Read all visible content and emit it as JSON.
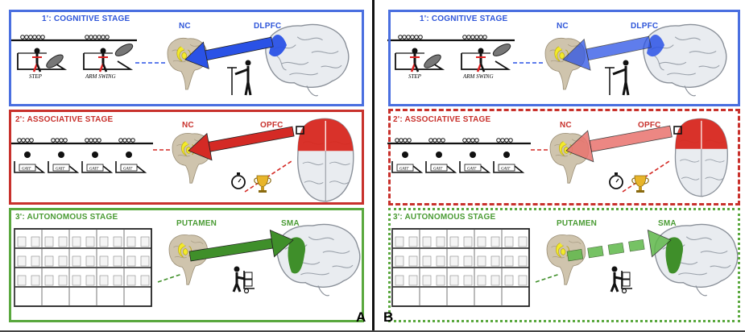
{
  "panelA": {
    "letter": "A",
    "stage1": {
      "title": "1': COGNITIVE STAGE",
      "src": "NC",
      "dst": "DLPFC",
      "cap1": "STEP",
      "cap2": "ARM SWING"
    },
    "stage2": {
      "title": "2': ASSOCIATIVE STAGE",
      "src": "NC",
      "dst": "OPFC",
      "gait": "GAIT"
    },
    "stage3": {
      "title": "3': AUTONOMOUS STAGE",
      "src": "PUTAMEN",
      "dst": "SMA"
    }
  },
  "panelB": {
    "letter": "B",
    "stage1": {
      "title": "1': COGNITIVE STAGE",
      "src": "NC",
      "dst": "DLPFC",
      "cap1": "STEP",
      "cap2": "ARM SWING"
    },
    "stage2": {
      "title": "2': ASSOCIATIVE STAGE",
      "src": "NC",
      "dst": "OPFC",
      "gait": "GAIT"
    },
    "stage3": {
      "title": "3': AUTONOMOUS STAGE",
      "src": "PUTAMEN",
      "dst": "SMA"
    }
  },
  "colors": {
    "cognitive": "#2f56d9",
    "associative": "#c8312c",
    "autonomous": "#4a9b34"
  },
  "icons": [
    "brain-icon",
    "stopwatch-icon",
    "trophy-icon",
    "hand-truck-icon",
    "teacher-icon",
    "walker-icon"
  ]
}
